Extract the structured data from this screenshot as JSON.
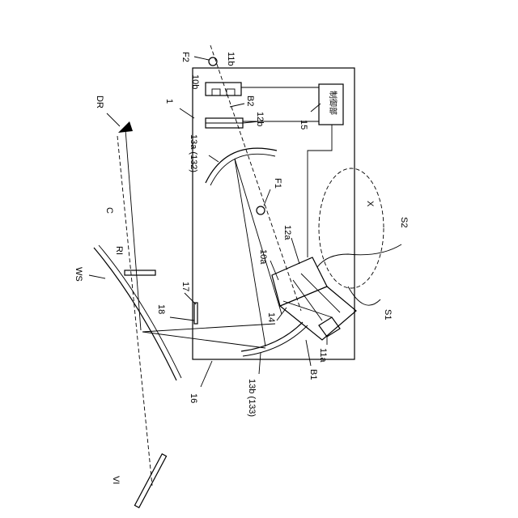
{
  "labels": {
    "f2": "F2",
    "b11b": "11b",
    "b10b": "10b",
    "b1": "1",
    "dr": "DR",
    "b2": "B2",
    "control": "制御部",
    "b12b": "12b",
    "b15": "15",
    "b13a": "13a (132)",
    "f1": "F1",
    "c": "C",
    "x": "X",
    "s2": "S2",
    "b12a": "12a",
    "ri": "RI",
    "b10a": "10a",
    "ws": "WS",
    "b17": "17",
    "b18": "18",
    "b14": "14",
    "s1": "S1",
    "b11a": "11a",
    "b16": "16",
    "bb1": "B1",
    "b13b": "13b (133)",
    "vi": "VI"
  }
}
